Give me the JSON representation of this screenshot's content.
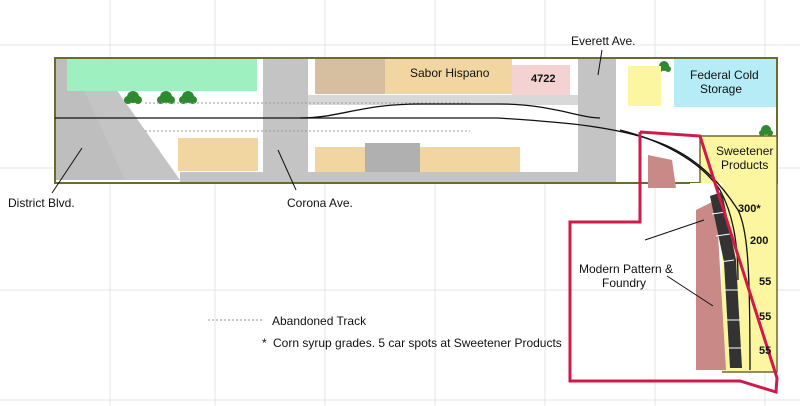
{
  "streets": {
    "everett": "Everett Ave.",
    "district": "District Blvd.",
    "corona": "Corona Ave."
  },
  "buildings": {
    "sabor": "Sabor Hispano",
    "num_4722": "4722",
    "federal_line1": "Federal Cold",
    "federal_line2": "Storage",
    "sweetener_line1": "Sweetener",
    "sweetener_line2": "Products",
    "foundry_line1": "Modern Pattern &",
    "foundry_line2": "Foundry"
  },
  "spots": [
    "300*",
    "200",
    "55",
    "55",
    "55"
  ],
  "legend": {
    "abandoned": "Abandoned Track",
    "note_bullet": "*",
    "note_text": "Corn syrup grades.  5 car spots at Sweetener Products"
  },
  "colors": {
    "benchwork_edge": "#6b6b2e",
    "street": "#c4c4c4",
    "building_tan": "#f2d6a2",
    "building_brown": "#d6bfa0",
    "building_pink": "#f4d2d2",
    "lawn_green": "#9ff0c0",
    "cold_storage": "#b5ecf5",
    "sweetener_yellow": "#fdf6a0",
    "foundry": "#c98a87",
    "red_outline": "#d01a4a",
    "track": "#111111"
  }
}
